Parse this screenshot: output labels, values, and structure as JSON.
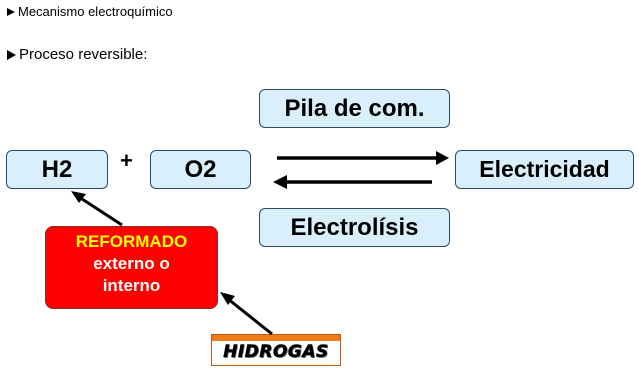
{
  "bullets": {
    "first": "Mecanismo electroquímico",
    "second": "Proceso reversible:"
  },
  "diagram": {
    "h2": "H2",
    "plus": "+",
    "o2": "O2",
    "pila": "Pila de com.",
    "electrolisis": "Electrolísis",
    "electricidad": "Electricidad",
    "reformado": {
      "title": "REFORMADO",
      "line2": "externo o",
      "line3": "interno"
    },
    "hidrogas": "HIDROGAS"
  },
  "colors": {
    "box_fill": "#d9f0fc",
    "reformado_fill": "#ff0000",
    "reformado_title": "#ffff00",
    "hidrogas_band": "#f07a18"
  }
}
